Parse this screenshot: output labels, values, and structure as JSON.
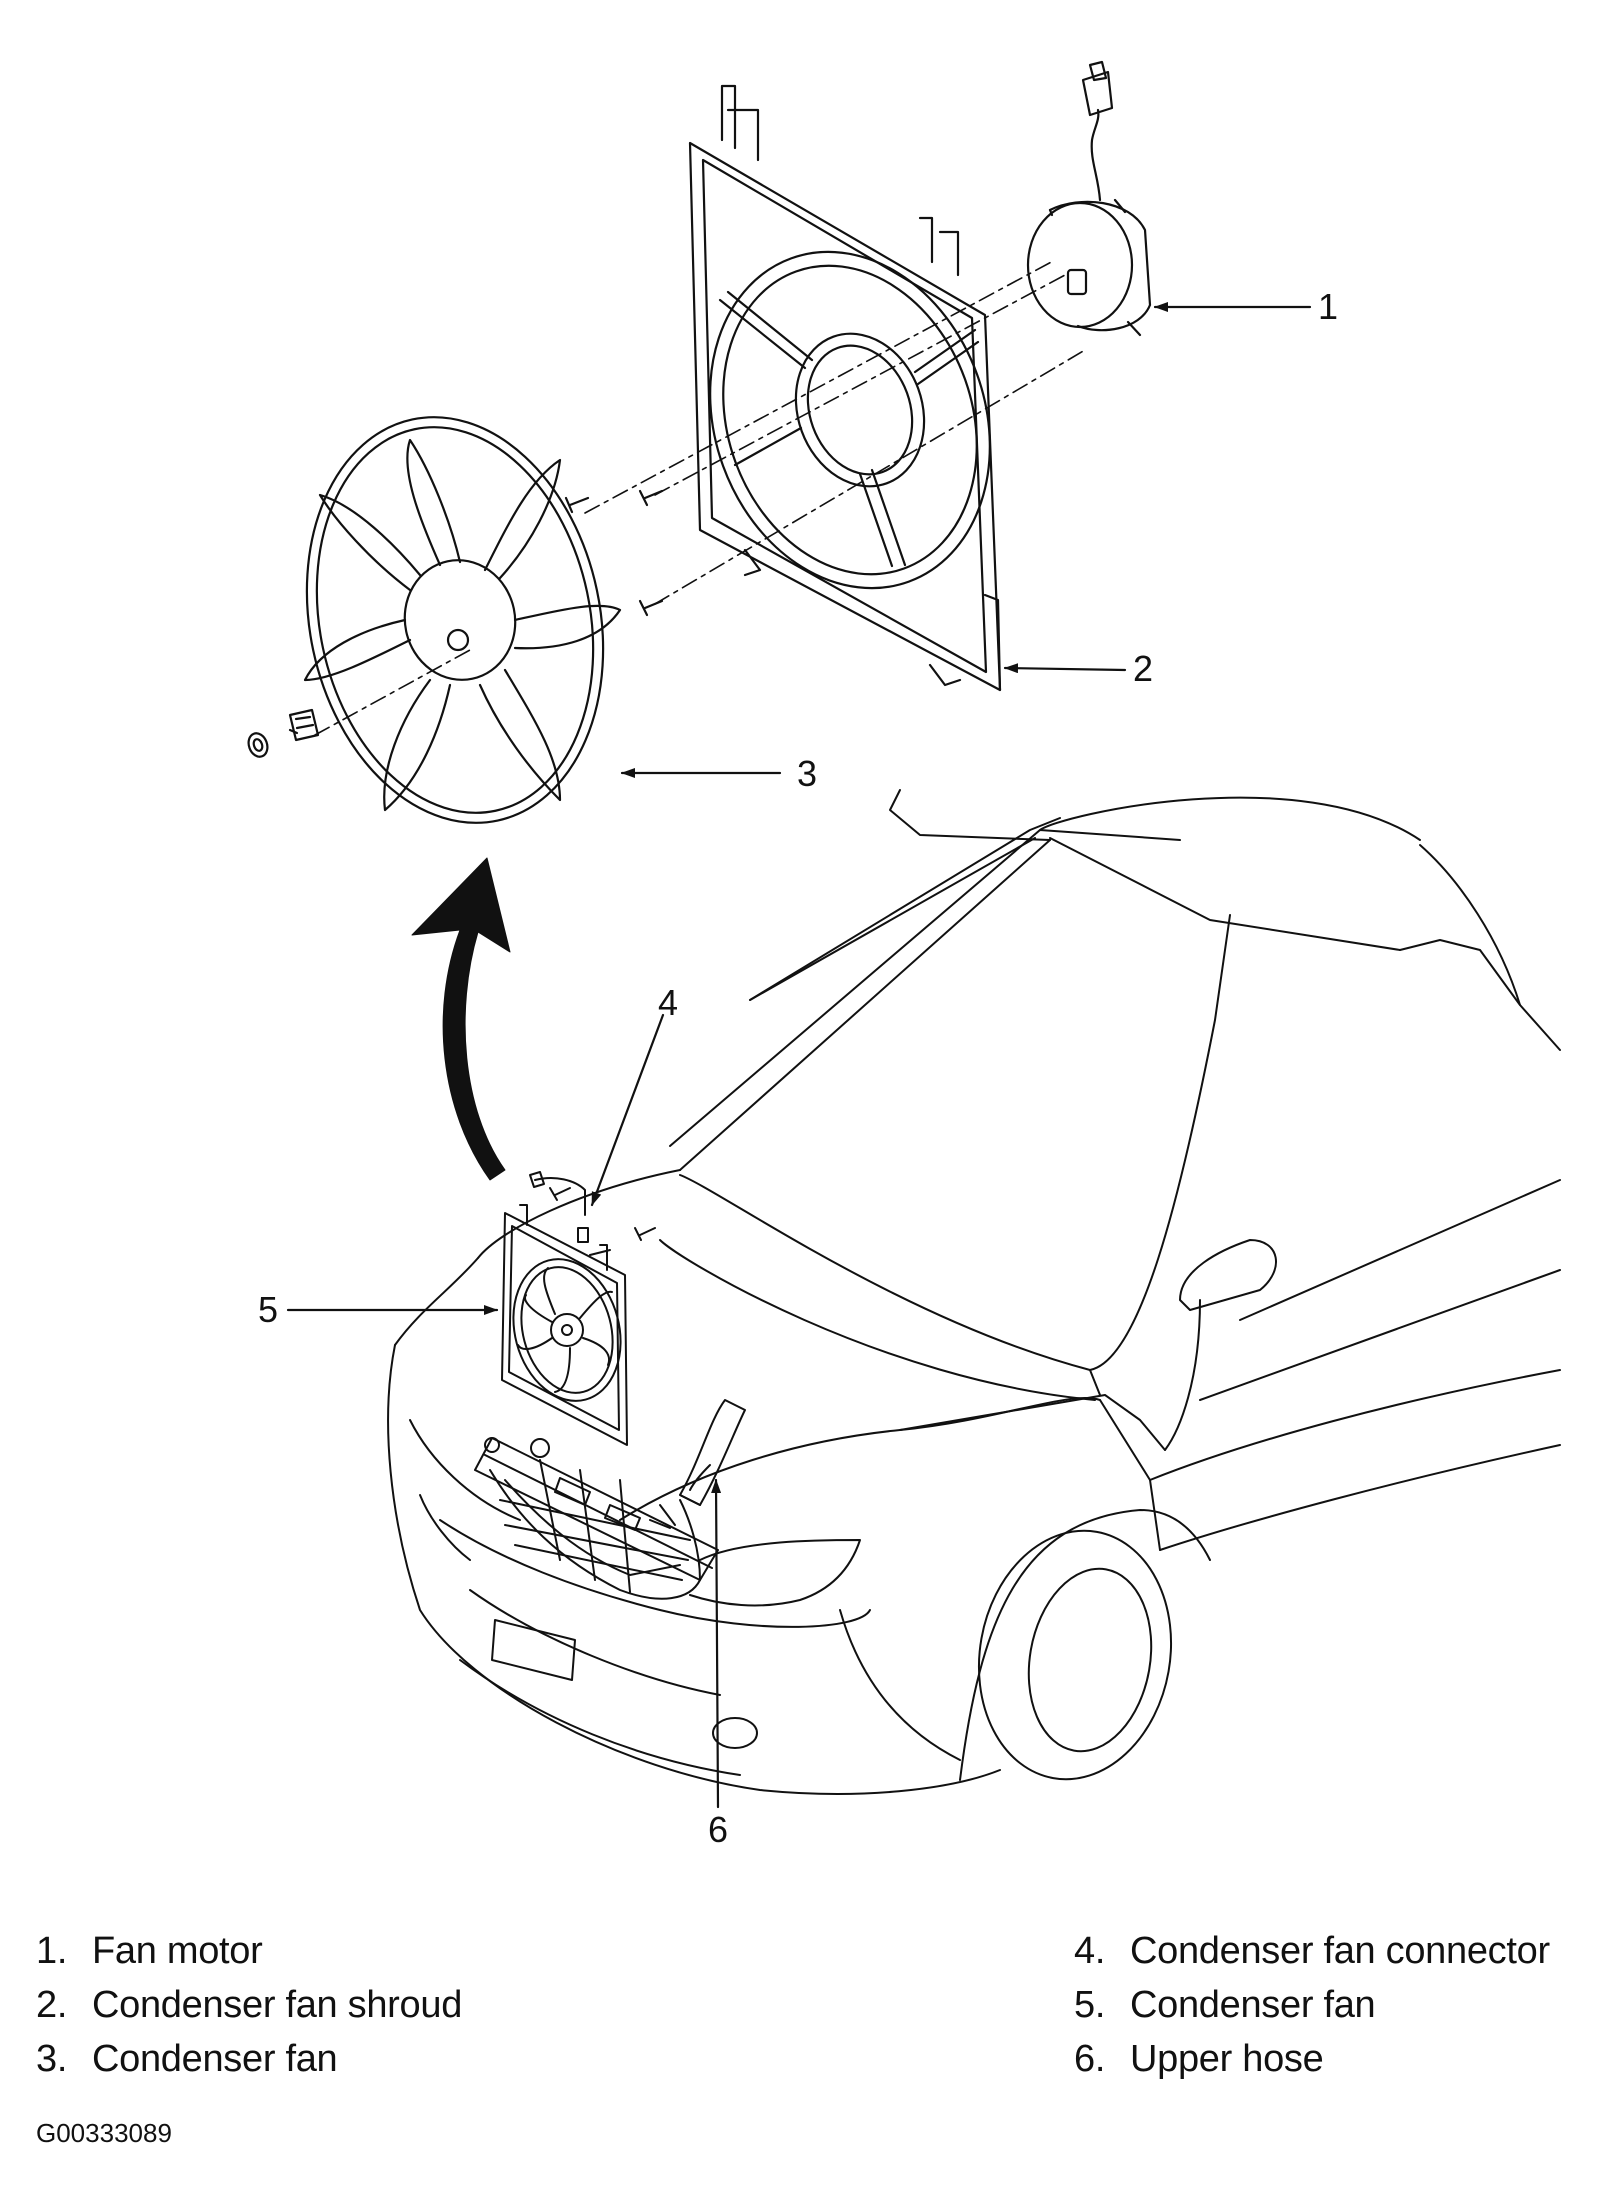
{
  "diagram": {
    "callouts": [
      "1",
      "2",
      "3",
      "4",
      "5",
      "6"
    ]
  },
  "legend": {
    "left": [
      {
        "num": "1.",
        "label": "Fan motor"
      },
      {
        "num": "2.",
        "label": "Condenser fan shroud"
      },
      {
        "num": "3.",
        "label": "Condenser fan"
      }
    ],
    "right": [
      {
        "num": "4.",
        "label": "Condenser fan connector"
      },
      {
        "num": "5.",
        "label": "Condenser fan"
      },
      {
        "num": "6.",
        "label": "Upper hose"
      }
    ]
  },
  "figure_id": "G00333089",
  "colors": {
    "line": "#111111",
    "background": "#ffffff"
  }
}
